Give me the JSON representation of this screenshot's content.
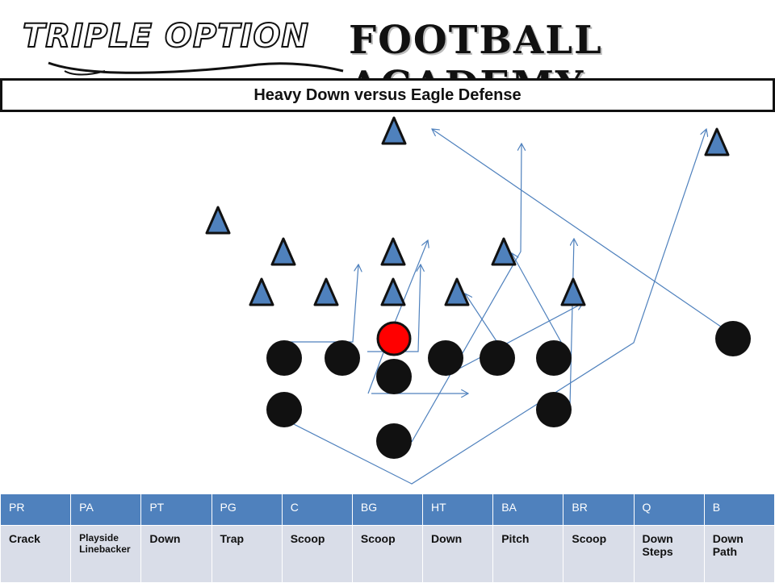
{
  "header": {
    "logo_script": "TRIPLE OPTION",
    "logo_block": "FOOTBALL ACADEMY"
  },
  "title": "Heavy Down versus Eagle Defense",
  "colors": {
    "defender": "#4f81bd",
    "offense": "#111111",
    "ball_carrier": "#ff0000",
    "route": "#4f81bd",
    "table_header": "#4f81bd",
    "table_body": "#d9dde8"
  },
  "table": {
    "positions": [
      "PR",
      "PA",
      "PT",
      "PG",
      "C",
      "BG",
      "HT",
      "BA",
      "BR",
      "Q",
      "B"
    ],
    "assignments": [
      "Crack",
      "Playside Linebacker",
      "Down",
      "Trap",
      "Scoop",
      "Scoop",
      "Down",
      "Pitch",
      "Scoop",
      "Down Steps",
      "Down Path"
    ]
  }
}
